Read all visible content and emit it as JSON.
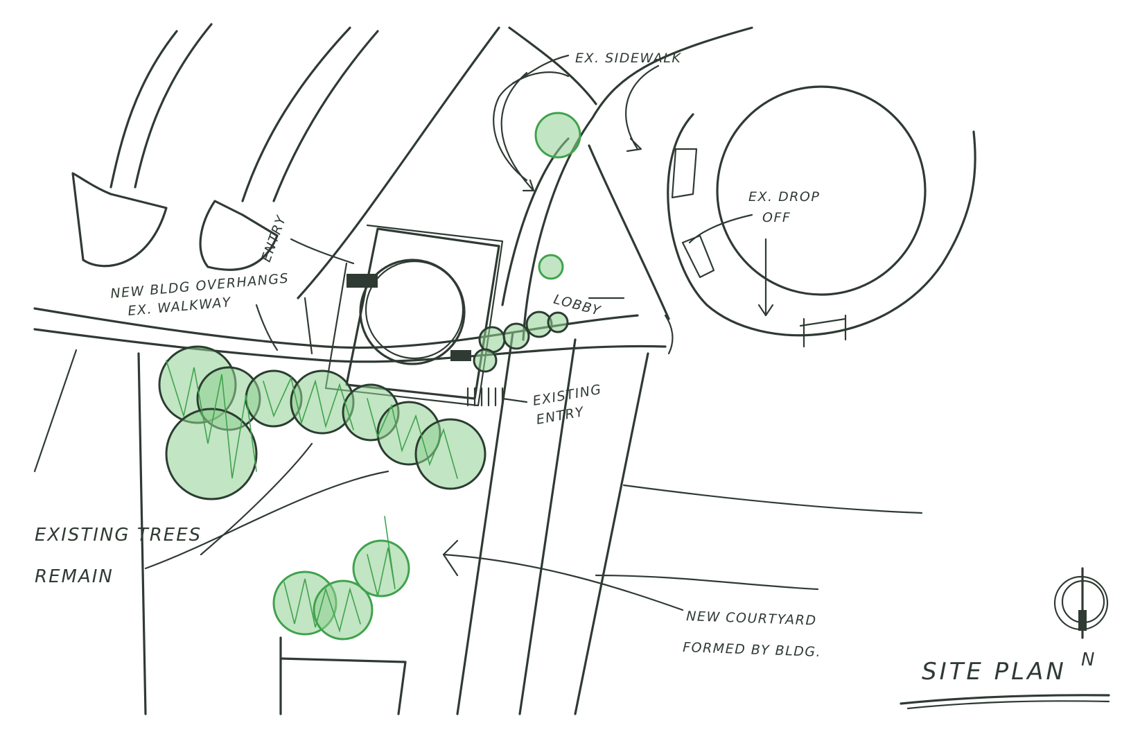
{
  "sheet": {
    "title": "SITE PLAN",
    "north_label": "N"
  },
  "labels": {
    "ex_sidewalk": "EX. SIDEWALK",
    "ex_drop_off_1": "EX. DROP",
    "ex_drop_off_2": "OFF",
    "entry": "ENTRY",
    "lobby": "LOBBY",
    "new_bldg_1": "NEW BLDG OVERHANGS",
    "new_bldg_2": "EX. WALKWAY",
    "existing_entry_1": "EXISTING",
    "existing_entry_2": "ENTRY",
    "existing_trees_1": "EXISTING TREES",
    "existing_trees_2": "REMAIN",
    "courtyard_1": "NEW COURTYARD",
    "courtyard_2": "FORMED BY BLDG."
  },
  "colors": {
    "ink": "#2f3a33",
    "tree_green": "#3fa24d"
  }
}
